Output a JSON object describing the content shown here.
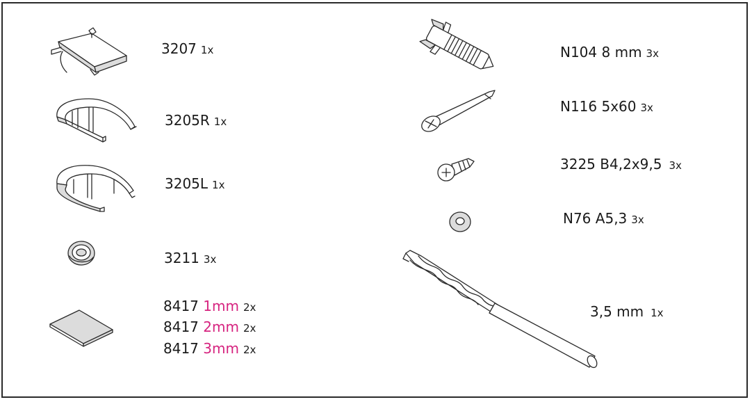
{
  "parts_left": [
    {
      "code": "3207",
      "qty": "1x",
      "icon": "cover-plate-icon"
    },
    {
      "code": "3205R",
      "qty": "1x",
      "icon": "bracket-right-icon"
    },
    {
      "code": "3205L",
      "qty": "1x",
      "icon": "bracket-left-icon"
    },
    {
      "code": "3211",
      "qty": "3x",
      "icon": "grommet-icon"
    },
    {
      "code": "8417",
      "size": "1mm",
      "qty": "2x",
      "icon": "shim-pad-icon"
    },
    {
      "code": "8417",
      "size": "2mm",
      "qty": "2x"
    },
    {
      "code": "8417",
      "size": "3mm",
      "qty": "2x"
    }
  ],
  "parts_right": [
    {
      "code": "N104",
      "spec": "8 mm",
      "qty": "3x",
      "icon": "wall-plug-icon"
    },
    {
      "code": "N116",
      "spec": "5x60",
      "qty": "3x",
      "icon": "screw-icon"
    },
    {
      "code": "3225",
      "spec": "B4,2x9,5",
      "qty": "3x",
      "icon": "short-screw-icon"
    },
    {
      "code": "N76",
      "spec": "A5,3",
      "qty": "3x",
      "icon": "washer-icon"
    },
    {
      "code": "",
      "spec": "3,5 mm",
      "qty": "1x",
      "icon": "drill-bit-icon"
    }
  ],
  "colors": {
    "accent": "#d6237f",
    "line": "#2a2a2a",
    "frame": "#2a2a2a"
  }
}
